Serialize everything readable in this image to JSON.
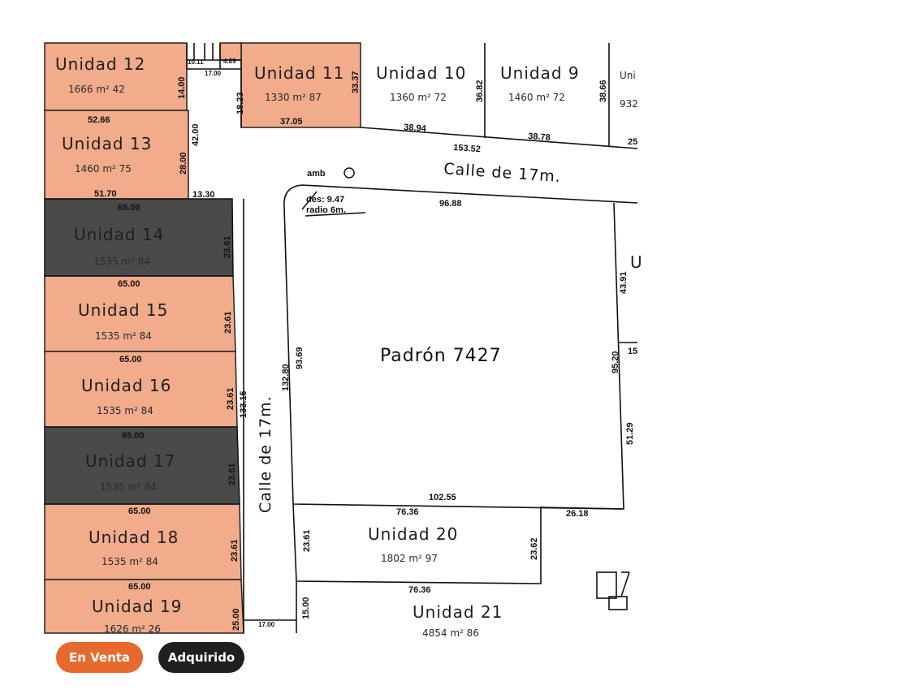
{
  "colors": {
    "for_sale": "#f2ab8b",
    "acquired": "#4a4a4a",
    "legend_sale": "#e8692e",
    "legend_acquired": "#1f1f1f"
  },
  "legend": {
    "for_sale": "En Venta",
    "acquired": "Adquirido"
  },
  "streets": {
    "north": "Calle de 17m.",
    "west": "Calle de 17m."
  },
  "padron": "Padrón 7427",
  "units": [
    {
      "id": "u12",
      "name": "Unidad 12",
      "area": "1666 m² 42",
      "status": "for_sale"
    },
    {
      "id": "u11",
      "name": "Unidad 11",
      "area": "1330 m² 87",
      "status": "for_sale"
    },
    {
      "id": "u10",
      "name": "Unidad 10",
      "area": "1360 m² 72",
      "status": "none"
    },
    {
      "id": "u9",
      "name": "Unidad 9",
      "area": "1460 m² 72",
      "status": "none"
    },
    {
      "id": "u8",
      "name": "Uni",
      "area": "932",
      "status": "none"
    },
    {
      "id": "u13",
      "name": "Unidad 13",
      "area": "1460 m² 75",
      "status": "for_sale"
    },
    {
      "id": "u14",
      "name": "Unidad 14",
      "area": "1535 m² 84",
      "status": "acquired"
    },
    {
      "id": "u15",
      "name": "Unidad 15",
      "area": "1535 m² 84",
      "status": "for_sale"
    },
    {
      "id": "u16",
      "name": "Unidad 16",
      "area": "1535 m² 84",
      "status": "for_sale"
    },
    {
      "id": "u17",
      "name": "Unidad 17",
      "area": "1535 m² 84",
      "status": "acquired"
    },
    {
      "id": "u18",
      "name": "Unidad 18",
      "area": "1535 m² 84",
      "status": "for_sale"
    },
    {
      "id": "u19",
      "name": "Unidad 19",
      "area": "1626 m² 26",
      "status": "for_sale"
    },
    {
      "id": "u20",
      "name": "Unidad 20",
      "area": "1802 m² 97",
      "status": "none"
    },
    {
      "id": "u21",
      "name": "Unidad 21",
      "area": "4854 m² 86",
      "status": "none"
    }
  ],
  "dimensions": {
    "d14_00": "14.00",
    "d52_66": "52.66",
    "d42_00": "42.00",
    "d28_00": "28.00",
    "d51_70": "51.70",
    "d13_30": "13.30",
    "d65_00": "65.00",
    "d23_61": "23.61",
    "d17_00": "17.00",
    "d4_89": "4.89",
    "d10_11": "10.11",
    "d18_23": "18.23",
    "d33_37": "33.37",
    "d37_05": "37.05",
    "d36_82": "36.82",
    "d38_66": "38.66",
    "d38_94": "38.94",
    "d153_52": "153.52",
    "d38_78": "38.78",
    "d25": "25",
    "amb": "amb",
    "des": "des: 9.47",
    "radio": "radio 6m.",
    "d96_88": "96.88",
    "d132_80": "132.80",
    "d93_69": "93.69",
    "d133_15": "133.15",
    "d43_91": "43.91",
    "d95_20": "95.20",
    "d15": "15",
    "d51_29": "51.29",
    "d102_55": "102.55",
    "d76_36": "76.36",
    "d26_18": "26.18",
    "d23_62": "23.62",
    "d15_00": "15.00",
    "d25_00": "25.00",
    "u_label": "U"
  }
}
